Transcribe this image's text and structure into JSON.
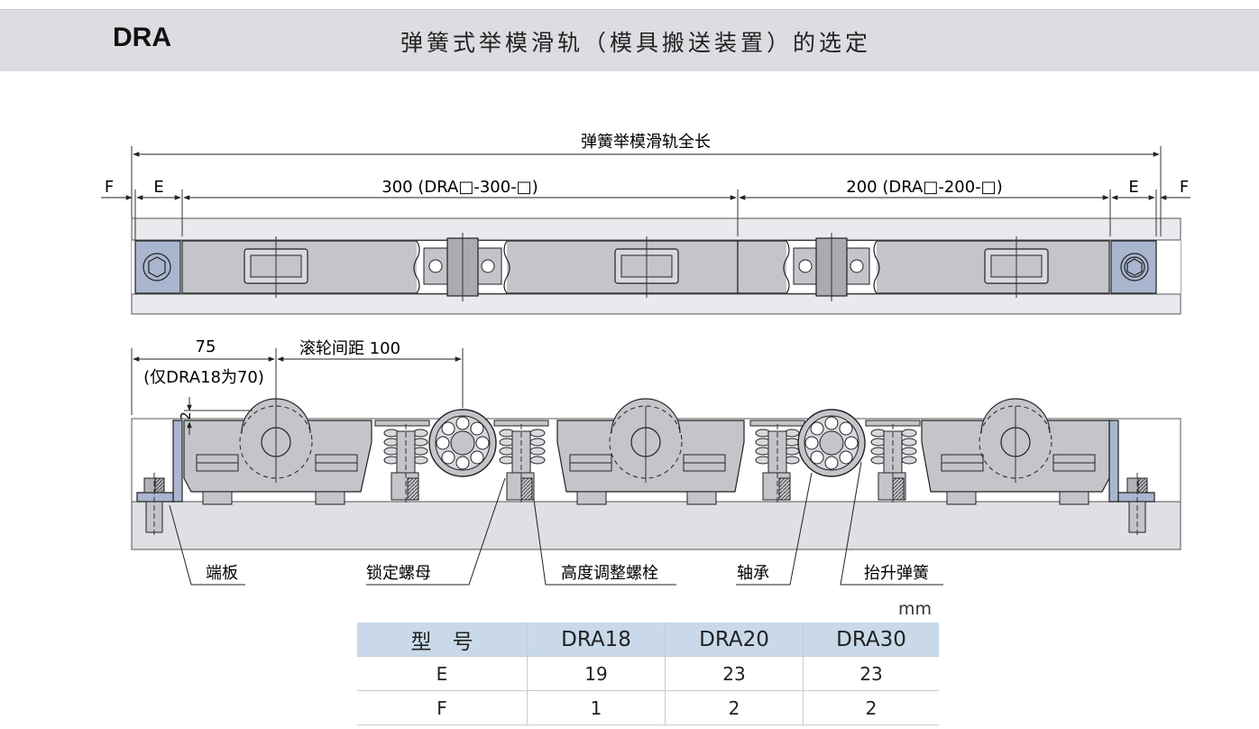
{
  "header": {
    "code": "DRA",
    "title": "弹簧式举模滑轨（模具搬送装置）的选定"
  },
  "top_view": {
    "overall_label": "弹簧举模滑轨全长",
    "f_left": "F",
    "e_left": "E",
    "seg300_label": "300 (DRA□-300-□)",
    "seg200_label": "200 (DRA□-200-□)",
    "e_right": "E",
    "f_right": "F"
  },
  "side_view": {
    "dim75": "75",
    "dim75_note": "(仅DRA18为70)",
    "roller_pitch": "滚轮间距 100",
    "dim2": "2"
  },
  "callouts": {
    "end_plate": "端板",
    "lock_nut": "锁定螺母",
    "height_bolt": "高度调整螺栓",
    "bearing": "轴承",
    "lift_spring": "抬升弹簧"
  },
  "table": {
    "unit": "mm",
    "header": [
      "型　号",
      "DRA18",
      "DRA20",
      "DRA30"
    ],
    "rows": [
      [
        "E",
        "19",
        "23",
        "23"
      ],
      [
        "F",
        "1",
        "2",
        "2"
      ]
    ]
  },
  "colors": {
    "header_bg": "#dcdde1",
    "rail_fill": "#c3c5cb",
    "endplate_fill": "#aab6cf",
    "table_header_bg": "#c9d9ea"
  }
}
